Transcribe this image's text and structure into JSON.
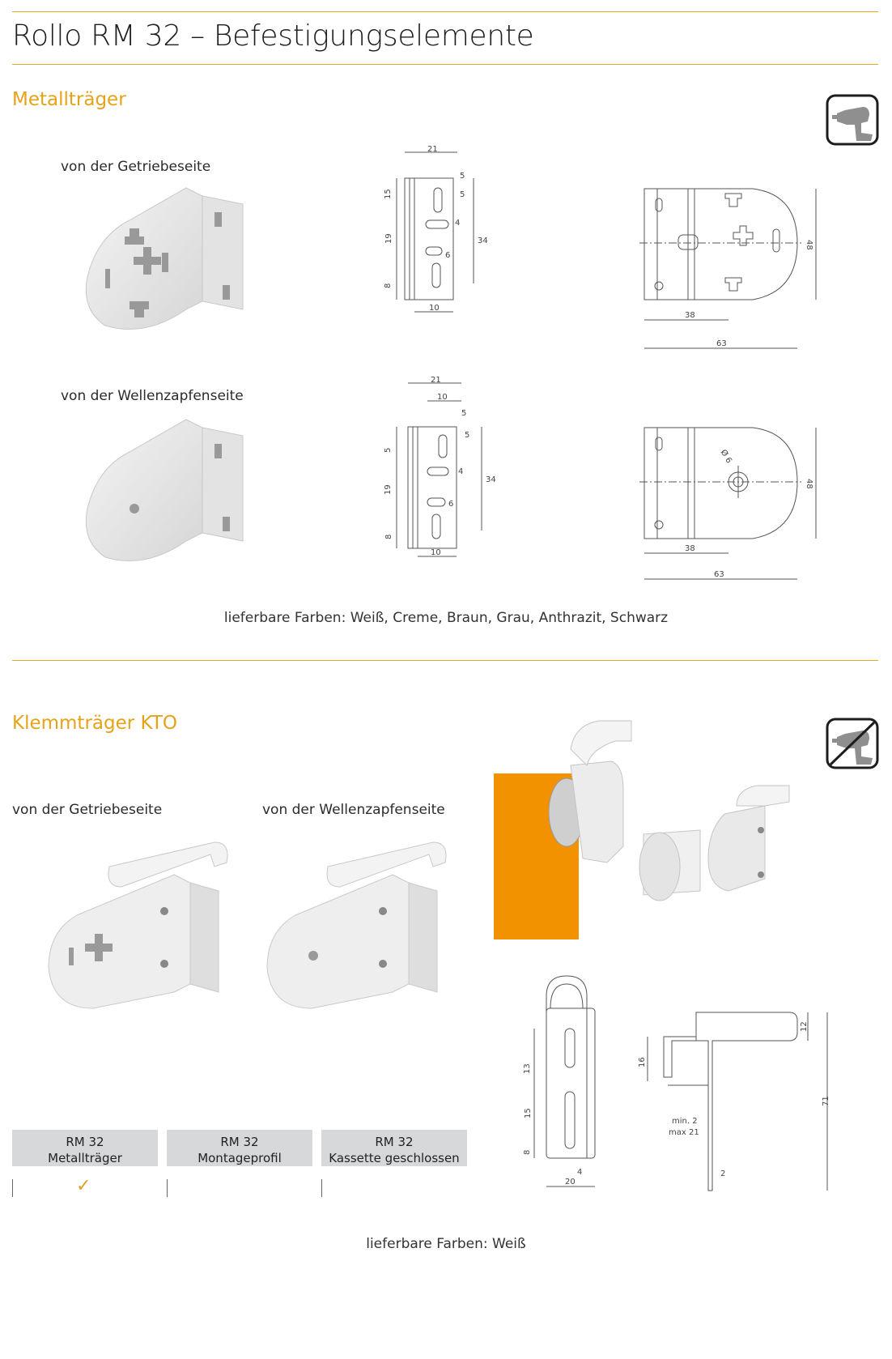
{
  "page": {
    "title": "Rollo RM 32 – Befestigungselemente"
  },
  "sections": {
    "metall": {
      "title": "Metallträger",
      "getriebe_label": "von der Getriebeseite",
      "wellen_label": "von der Wellenzapfenseite",
      "colors_note": "lieferbare Farben: Weiß, Creme, Braun, Grau, Anthrazit, Schwarz",
      "icon": "drill-icon",
      "dims_side_top": {
        "w": "21",
        "a": "5",
        "b": "5",
        "c": "15",
        "d": "4",
        "e": "19",
        "f": "6",
        "g": "34",
        "h": "8",
        "i": "10"
      },
      "dims_side_bottom": {
        "w": "21",
        "a": "10",
        "b": "5",
        "c": "5",
        "d": "5",
        "e": "4",
        "f": "19",
        "g": "6",
        "h": "34",
        "i": "8",
        "j": "10"
      },
      "dims_front_top": {
        "h": "48",
        "a": "38",
        "b": "63"
      },
      "dims_front_bottom": {
        "h": "48",
        "a": "38",
        "b": "63",
        "d": "Ø 6"
      }
    },
    "klemm": {
      "title": "Klemmträger KTO",
      "getriebe_label": "von der Getriebeseite",
      "wellen_label": "von der Wellenzapfenseite",
      "colors_note": "lieferbare Farben: Weiß",
      "icon": "no-drill-icon",
      "compat": [
        {
          "line1": "RM 32",
          "line2": "Metallträger",
          "checked": "✓"
        },
        {
          "line1": "RM 32",
          "line2": "Montageprofil",
          "checked": ""
        },
        {
          "line1": "RM 32",
          "line2": "Kassette geschlossen",
          "checked": ""
        }
      ],
      "dims_plate": {
        "a": "13",
        "b": "15",
        "c": "8",
        "d": "4",
        "e": "20"
      },
      "dims_profile": {
        "a": "16",
        "b": "12",
        "c": "71",
        "d": "min. 2",
        "e": "max 21",
        "f": "2"
      }
    }
  },
  "colors": {
    "accent": "#e6a317",
    "fabric": "#f39200",
    "cell": "#d7d8d9"
  }
}
